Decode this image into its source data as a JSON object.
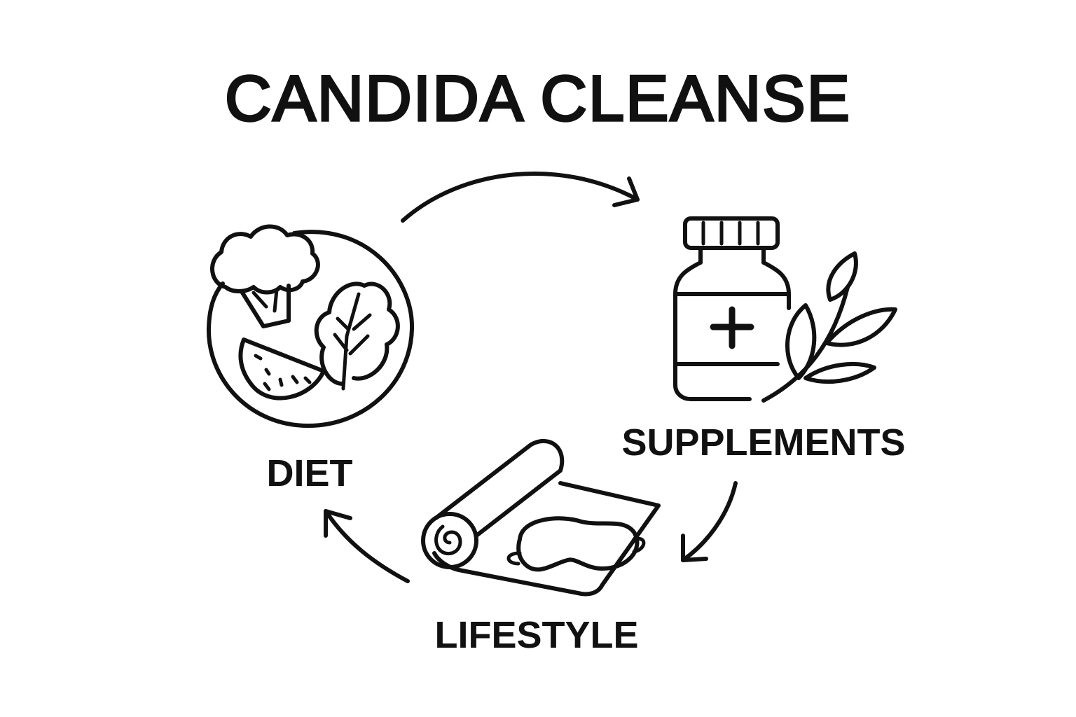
{
  "title": "CANDIDA CLEANSE",
  "stages": [
    {
      "label": "DIET",
      "icon": "food-plate-icon"
    },
    {
      "label": "SUPPLEMENTS",
      "icon": "supplement-bottle-herb-icon"
    },
    {
      "label": "LIFESTYLE",
      "icon": "yoga-mat-sleep-mask-icon"
    }
  ],
  "colors": {
    "ink": "#111111",
    "background": "#ffffff"
  }
}
